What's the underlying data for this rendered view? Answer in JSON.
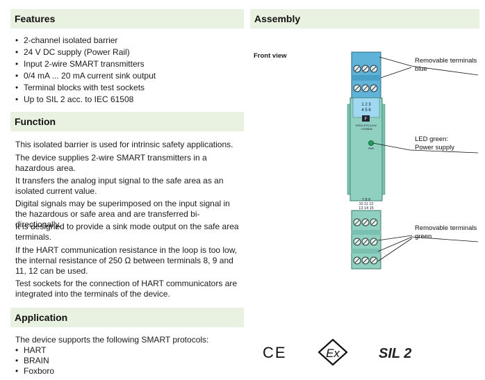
{
  "features": {
    "title": "Features",
    "items": [
      "2-channel isolated barrier",
      "24 V DC supply (Power Rail)",
      "Input 2-wire SMART transmitters",
      "0/4 mA ... 20 mA current sink output",
      "Terminal blocks with test sockets",
      "Up to SIL 2 acc. to IEC 61508"
    ]
  },
  "function": {
    "title": "Function",
    "paragraphs": [
      "This isolated barrier is used for intrinsic safety applications.",
      "The device supplies 2-wire SMART transmitters in a hazardous area.",
      "It transfers the analog input signal to the safe area as an isolated current value.",
      "Digital signals may be superimposed on the input signal in the hazardous or safe area and are transferred bi-directionally.",
      "It is designed to provide a sink mode output on the safe area terminals.",
      "If the HART communication resistance in the loop is too low, the internal resistance of 250 Ω between terminals 8, 9 and 11, 12 can be used.",
      "Test sockets for the connection of HART communicators are integrated into the terminals of the device."
    ]
  },
  "application": {
    "title": "Application",
    "intro": "The device supports the following SMART protocols:",
    "items": [
      "HART",
      "BRAIN",
      "Foxboro"
    ]
  },
  "assembly": {
    "title": "Assembly",
    "front_view": "Front view",
    "label_blue_1": "Removable terminals",
    "label_blue_2": "blue",
    "label_led_1": "LED green:",
    "label_led_2": "Power supply",
    "label_green_1": "Removable terminals",
    "label_green_2": "green",
    "device": {
      "top_numbers_1": "1  2  3",
      "top_numbers_2": "4  5  6",
      "model_line_1": "KFD2-STC4-Ex2",
      "model_line_2": "-Y229828",
      "led_label": "PWR",
      "bottom_numbers_1": "7   8   9",
      "bottom_numbers_2": "10  11  12",
      "bottom_numbers_3": "13  14  15"
    },
    "colors": {
      "blue_terminal": "#5fb3d9",
      "green_body": "#8fd0c0",
      "led": "#1aa05a"
    }
  },
  "certifications": {
    "ce": "CE",
    "ex": "Ex",
    "sil": "SIL 2"
  }
}
